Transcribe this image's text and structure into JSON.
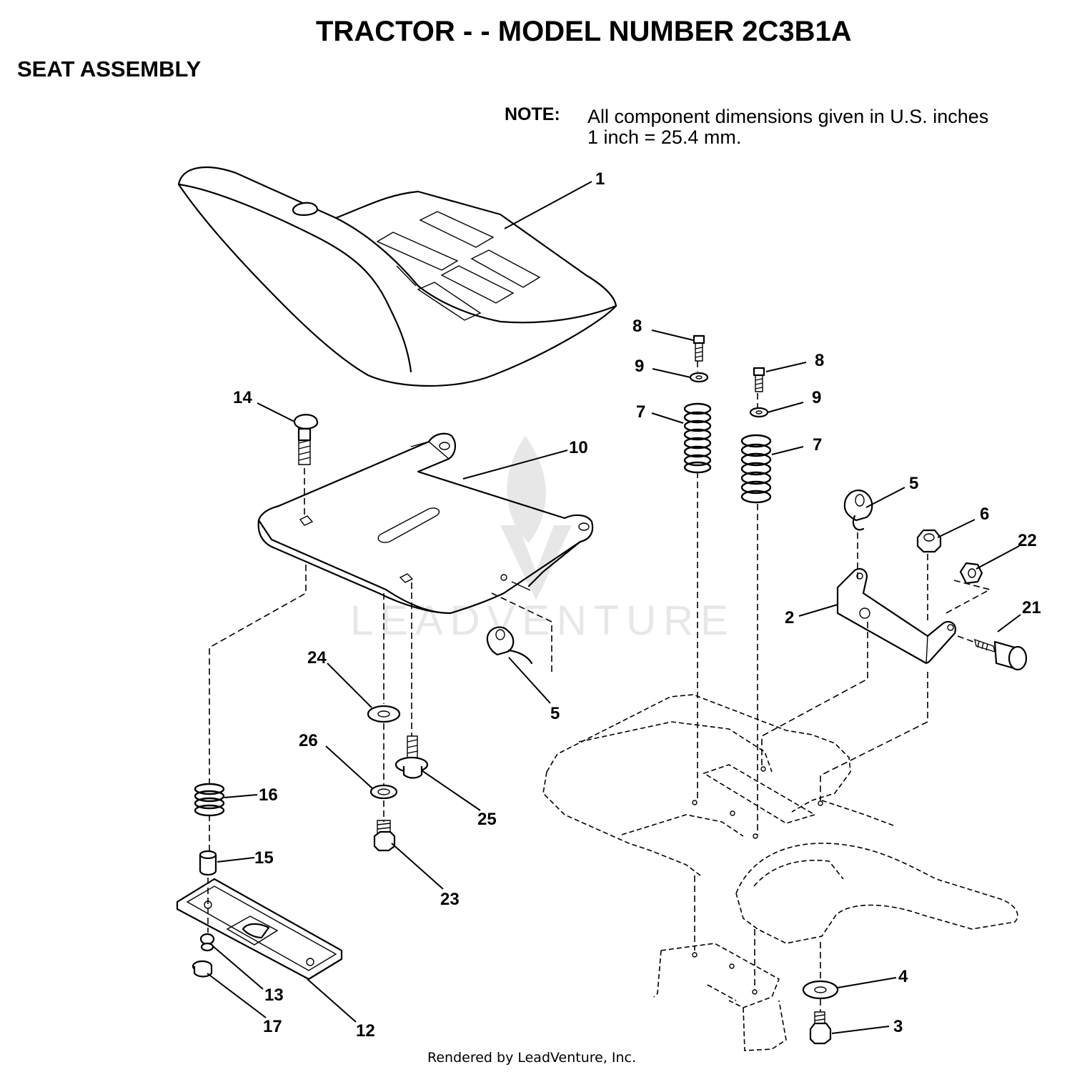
{
  "title": "TRACTOR - - MODEL NUMBER 2C3B1A",
  "section": "SEAT ASSEMBLY",
  "note": {
    "label": "NOTE:",
    "line1": "All component dimensions given in U.S. inches",
    "line2": "1 inch = 25.4 mm."
  },
  "watermark": "LEADVENTURE",
  "credit": "Rendered by LeadVenture, Inc.",
  "callouts": [
    "1",
    "2",
    "3",
    "4",
    "5",
    "5",
    "6",
    "7",
    "7",
    "8",
    "8",
    "9",
    "9",
    "10",
    "12",
    "13",
    "14",
    "15",
    "16",
    "17",
    "21",
    "22",
    "23",
    "24",
    "25",
    "26"
  ]
}
